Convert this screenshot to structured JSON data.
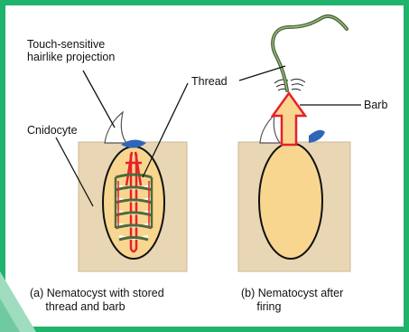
{
  "labels": {
    "touch_sensitive": "Touch-sensitive\nhairlike projection",
    "thread": "Thread",
    "barb": "Barb",
    "cnidocyte": "Cnidocyte"
  },
  "captions": {
    "a": "(a) Nematocyst with stored\n     thread and barb",
    "b": "(b) Nematocyst after\n     firing"
  },
  "colors": {
    "frame_green": "#20b36b",
    "cell_tan": "#e8d6b4",
    "capsule_fill": "#f8d690",
    "thread_green": "#4d6b3a",
    "barb_red": "#e8202a",
    "trigger_blue": "#2f66b8"
  }
}
